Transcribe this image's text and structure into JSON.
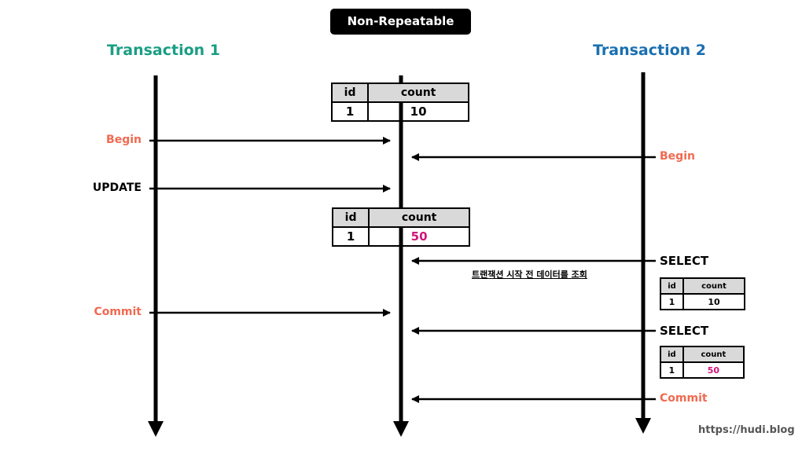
{
  "title": "Non-Repeatable Read",
  "transaction1": {
    "label": "Transaction 1",
    "color": "#1a9e84"
  },
  "transaction2": {
    "label": "Transaction 2",
    "color": "#1a6fb0"
  },
  "colors": {
    "event": "#f06a50",
    "highlight": "#d0157a",
    "header_bg": "#d9d9d9"
  },
  "events": {
    "t1_begin": "Begin",
    "t2_begin": "Begin",
    "t1_update": "UPDATE",
    "t2_select1": "SELECT",
    "t2_select1_note": "트랜잭션 시작 전 데이터를 조회",
    "t1_commit": "Commit",
    "t2_select2": "SELECT",
    "t2_commit": "Commit"
  },
  "db_table_initial": {
    "headers": [
      "id",
      "count"
    ],
    "row": [
      "1",
      "10"
    ]
  },
  "db_table_updated": {
    "headers": [
      "id",
      "count"
    ],
    "row": [
      "1",
      "50"
    ]
  },
  "select1_result": {
    "headers": [
      "id",
      "count"
    ],
    "row": [
      "1",
      "10"
    ]
  },
  "select2_result": {
    "headers": [
      "id",
      "count"
    ],
    "row": [
      "1",
      "50"
    ]
  },
  "footer": "https://hudi.blog"
}
